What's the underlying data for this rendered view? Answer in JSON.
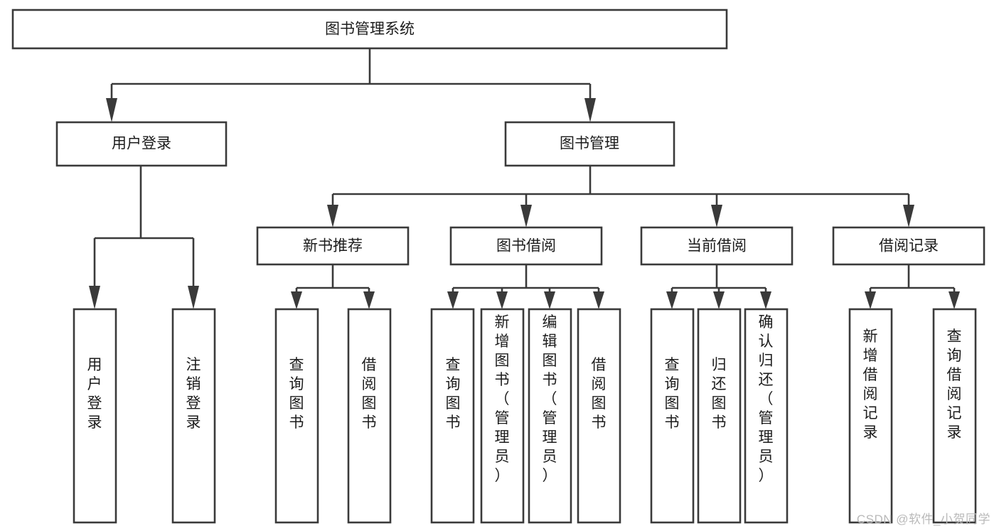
{
  "diagram": {
    "type": "tree-hierarchy",
    "title": "图书管理系统",
    "orientation": "top-down",
    "colors": {
      "box_stroke": "#3a3a3a",
      "box_fill": "#ffffff",
      "text": "#1c1c1c",
      "connector": "#3a3a3a",
      "watermark": "#b9b9b9",
      "background": "#ffffff"
    },
    "root": {
      "label": "图书管理系统"
    },
    "level2": [
      {
        "id": "user-login",
        "label": "用户登录"
      },
      {
        "id": "book-manage",
        "label": "图书管理"
      }
    ],
    "level3": [
      {
        "id": "new-book-recommend",
        "label": "新书推荐",
        "parent": "book-manage"
      },
      {
        "id": "book-borrow",
        "label": "图书借阅",
        "parent": "book-manage"
      },
      {
        "id": "current-borrow",
        "label": "当前借阅",
        "parent": "book-manage"
      },
      {
        "id": "borrow-record",
        "label": "借阅记录",
        "parent": "book-manage"
      }
    ],
    "leaves": {
      "user-login": [
        {
          "id": "leaf-user-login",
          "label": "用户登录"
        },
        {
          "id": "leaf-user-logout",
          "label": "注销登录"
        }
      ],
      "new-book-recommend": [
        {
          "id": "leaf-query-book-1",
          "label": "查询图书"
        },
        {
          "id": "leaf-borrow-book-1",
          "label": "借阅图书"
        }
      ],
      "book-borrow": [
        {
          "id": "leaf-query-book-2",
          "label": "查询图书"
        },
        {
          "id": "leaf-add-book-admin",
          "label": "新增图书（管理员）"
        },
        {
          "id": "leaf-edit-book-admin",
          "label": "编辑图书（管理员）"
        },
        {
          "id": "leaf-borrow-book-2",
          "label": "借阅图书"
        }
      ],
      "current-borrow": [
        {
          "id": "leaf-query-book-3",
          "label": "查询图书"
        },
        {
          "id": "leaf-return-book",
          "label": "归还图书"
        },
        {
          "id": "leaf-confirm-return-admin",
          "label": "确认归还（管理员）"
        }
      ],
      "borrow-record": [
        {
          "id": "leaf-add-borrow-record",
          "label": "新增借阅记录"
        },
        {
          "id": "leaf-query-borrow-record",
          "label": "查询借阅记录"
        }
      ]
    },
    "watermark": "CSDN @软件_小贺同学"
  }
}
